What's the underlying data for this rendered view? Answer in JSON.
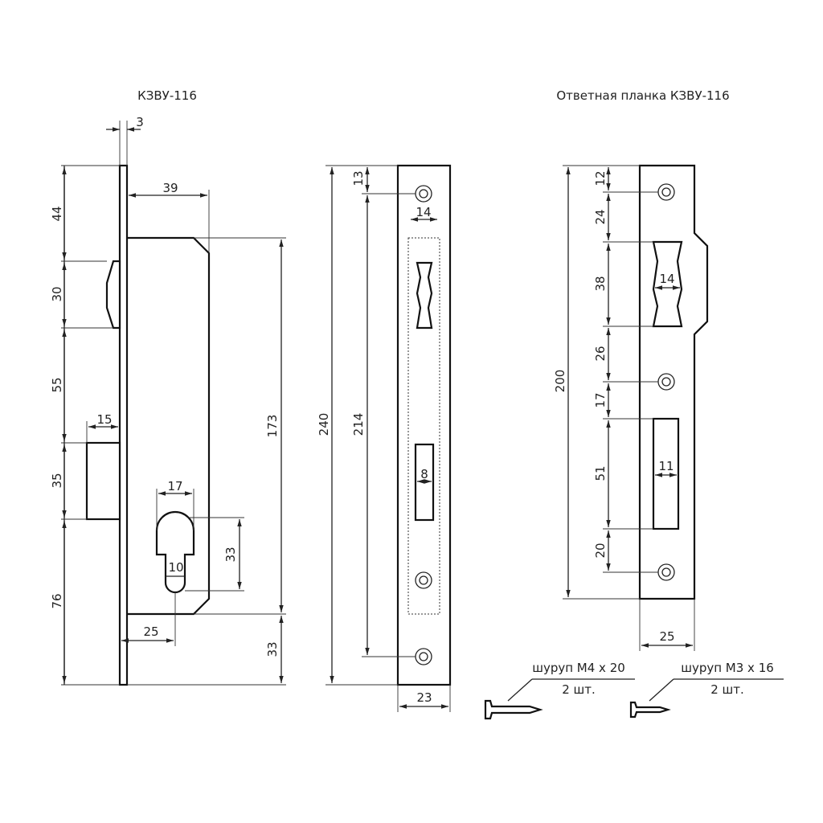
{
  "titles": {
    "lock": "КЗВУ-116",
    "strike": "Ответная планка КЗВУ-116"
  },
  "lock_dims": {
    "faceplate": "3",
    "body_depth": "39",
    "top": "44",
    "latch": "30",
    "gap": "55",
    "bolt_width": "15",
    "bolt": "35",
    "bottom": "76",
    "body_height": "173",
    "below_body": "33",
    "cyl_width": "17",
    "cyl_height": "33",
    "cyl_slot": "10",
    "backset": "25"
  },
  "front_dims": {
    "total": "240",
    "holes": "214",
    "top_hole": "13",
    "latch_width": "14",
    "bolt_width": "8",
    "width": "23"
  },
  "strike_dims": {
    "total": "200",
    "d1": "12",
    "d2": "24",
    "d3": "38",
    "d4": "26",
    "d5": "17",
    "d6": "51",
    "d7": "20",
    "latch_width": "14",
    "bolt_width": "11",
    "width": "25"
  },
  "screws": {
    "m4_label": "шуруп М4 х 20",
    "m4_qty": "2 шт.",
    "m3_label": "шуруп М3 х 16",
    "m3_qty": "2 шт."
  }
}
